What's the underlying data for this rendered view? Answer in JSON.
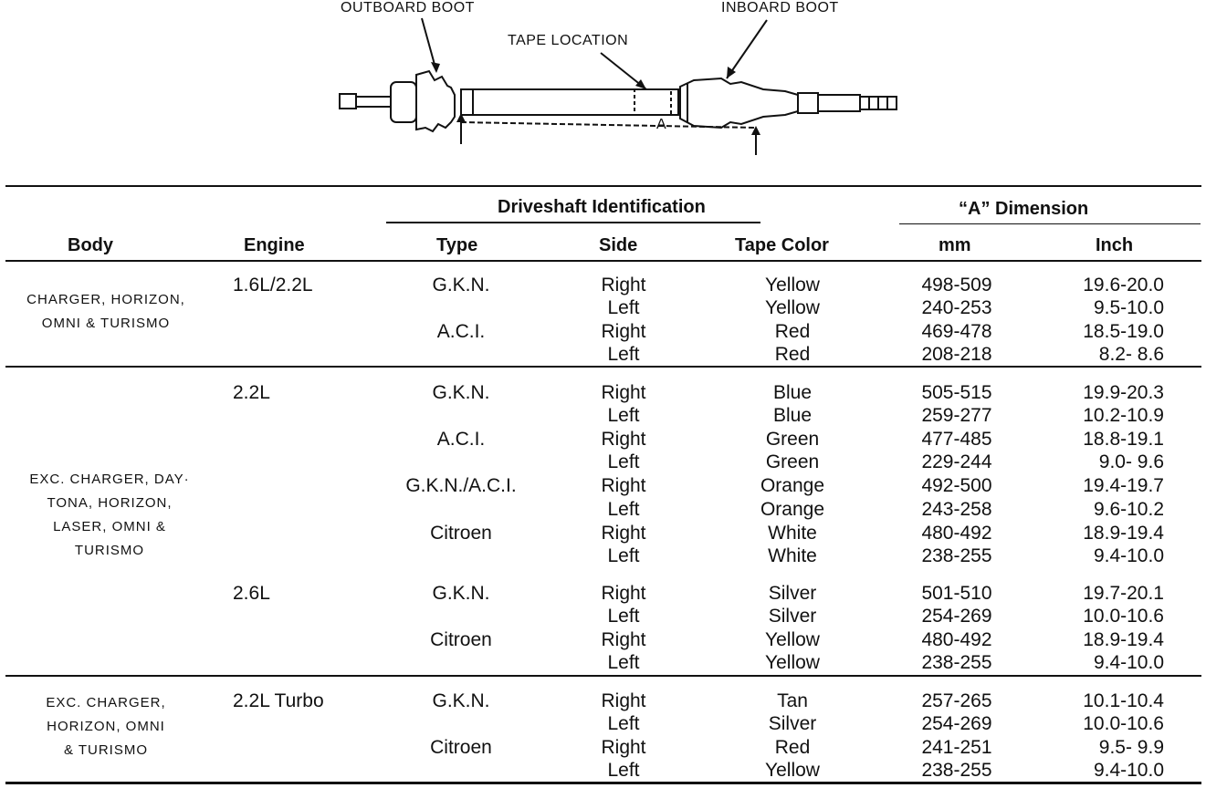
{
  "diagram": {
    "outboard_boot": "OUTBOARD BOOT",
    "inboard_boot": "INBOARD BOOT",
    "tape_location": "TAPE LOCATION",
    "dimension_marker": "A"
  },
  "table": {
    "group_headers": {
      "driveshaft_id": "Driveshaft Identification",
      "a_dimension": "“A” Dimension"
    },
    "columns": {
      "body": "Body",
      "engine": "Engine",
      "type": "Type",
      "side": "Side",
      "tape_color": "Tape Color",
      "mm": "mm",
      "inch": "Inch"
    },
    "bodies": [
      [
        "CHARGER, HORIZON,",
        "OMNI & TURISMO"
      ],
      [
        "EXC. CHARGER, DAY·",
        "TONA, HORIZON,",
        "LASER, OMNI &",
        "TURISMO"
      ],
      [
        "EXC. CHARGER,",
        "HORIZON, OMNI",
        "& TURISMO"
      ]
    ],
    "rows": [
      {
        "engine": "1.6L/2.2L",
        "type": "G.K.N.",
        "side": "Right",
        "color": "Yellow",
        "mm": "498-509",
        "inch": "19.6-20.0"
      },
      {
        "engine": "",
        "type": "",
        "side": "Left",
        "color": "Yellow",
        "mm": "240-253",
        "inch": "9.5-10.0"
      },
      {
        "engine": "",
        "type": "A.C.I.",
        "side": "Right",
        "color": "Red",
        "mm": "469-478",
        "inch": "18.5-19.0"
      },
      {
        "engine": "",
        "type": "",
        "side": "Left",
        "color": "Red",
        "mm": "208-218",
        "inch": "8.2- 8.6"
      },
      {
        "engine": "2.2L",
        "type": "G.K.N.",
        "side": "Right",
        "color": "Blue",
        "mm": "505-515",
        "inch": "19.9-20.3"
      },
      {
        "engine": "",
        "type": "",
        "side": "Left",
        "color": "Blue",
        "mm": "259-277",
        "inch": "10.2-10.9"
      },
      {
        "engine": "",
        "type": "A.C.I.",
        "side": "Right",
        "color": "Green",
        "mm": "477-485",
        "inch": "18.8-19.1"
      },
      {
        "engine": "",
        "type": "",
        "side": "Left",
        "color": "Green",
        "mm": "229-244",
        "inch": "9.0- 9.6"
      },
      {
        "engine": "",
        "type": "G.K.N./A.C.I.",
        "side": "Right",
        "color": "Orange",
        "mm": "492-500",
        "inch": "19.4-19.7"
      },
      {
        "engine": "",
        "type": "",
        "side": "Left",
        "color": "Orange",
        "mm": "243-258",
        "inch": "9.6-10.2"
      },
      {
        "engine": "",
        "type": "Citroen",
        "side": "Right",
        "color": "White",
        "mm": "480-492",
        "inch": "18.9-19.4"
      },
      {
        "engine": "",
        "type": "",
        "side": "Left",
        "color": "White",
        "mm": "238-255",
        "inch": "9.4-10.0"
      },
      {
        "engine": "2.6L",
        "type": "G.K.N.",
        "side": "Right",
        "color": "Silver",
        "mm": "501-510",
        "inch": "19.7-20.1"
      },
      {
        "engine": "",
        "type": "",
        "side": "Left",
        "color": "Silver",
        "mm": "254-269",
        "inch": "10.0-10.6"
      },
      {
        "engine": "",
        "type": "Citroen",
        "side": "Right",
        "color": "Yellow",
        "mm": "480-492",
        "inch": "18.9-19.4"
      },
      {
        "engine": "",
        "type": "",
        "side": "Left",
        "color": "Yellow",
        "mm": "238-255",
        "inch": "9.4-10.0"
      },
      {
        "engine": "2.2L Turbo",
        "type": "G.K.N.",
        "side": "Right",
        "color": "Tan",
        "mm": "257-265",
        "inch": "10.1-10.4"
      },
      {
        "engine": "",
        "type": "",
        "side": "Left",
        "color": "Silver",
        "mm": "254-269",
        "inch": "10.0-10.6"
      },
      {
        "engine": "",
        "type": "Citroen",
        "side": "Right",
        "color": "Red",
        "mm": "241-251",
        "inch": "9.5- 9.9"
      },
      {
        "engine": "",
        "type": "",
        "side": "Left",
        "color": "Yellow",
        "mm": "238-255",
        "inch": "9.4-10.0"
      }
    ]
  }
}
